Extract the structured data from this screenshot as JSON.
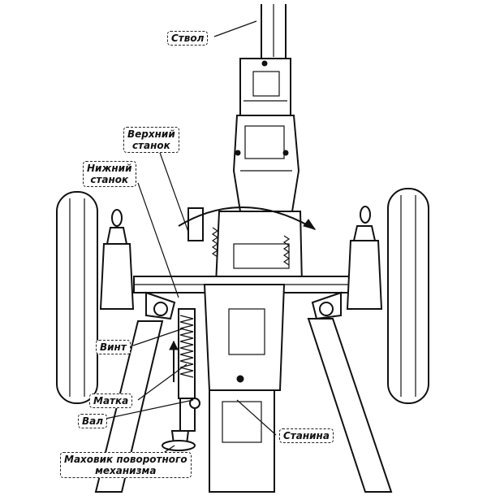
{
  "diagram": {
    "labels": {
      "barrel": "Ствол",
      "upper_carriage_line1": "Верхний",
      "upper_carriage_line2": "станок",
      "lower_carriage_line1": "Нижний",
      "lower_carriage_line2": "станок",
      "screw": "Винт",
      "nut": "Матка",
      "shaft": "Вал",
      "trail": "Станина",
      "handwheel_line1": "Маховик поворотного",
      "handwheel_line2": "механизма"
    }
  }
}
